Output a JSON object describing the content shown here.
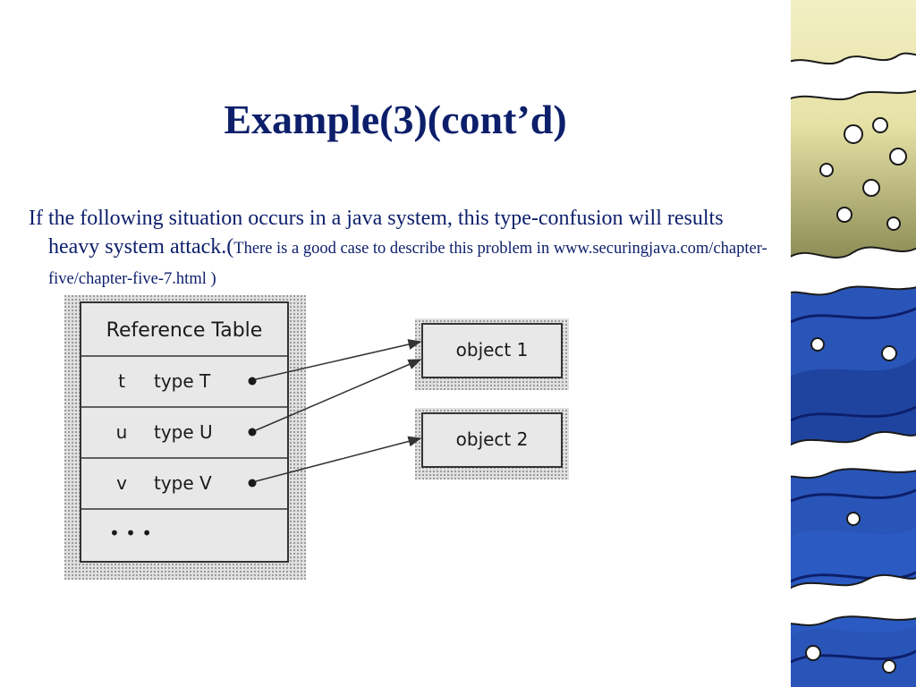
{
  "slide": {
    "title": "Example(3)(cont’d)",
    "body": {
      "main_text": "If the following situation occurs in a java system, this type-confusion will results heavy system attack.(",
      "note_text": "There is a good case to describe this problem in www.securingjava.com/chapter-five/chapter-five-7.html ",
      "closing": ")"
    }
  },
  "diagram": {
    "table_header": "Reference Table",
    "rows": [
      {
        "var": "t",
        "type": "type T"
      },
      {
        "var": "u",
        "type": "type U"
      },
      {
        "var": "v",
        "type": "type V"
      },
      {
        "var": "• • •",
        "type": ""
      }
    ],
    "objects": [
      {
        "label": "object 1"
      },
      {
        "label": "object 2"
      }
    ]
  }
}
